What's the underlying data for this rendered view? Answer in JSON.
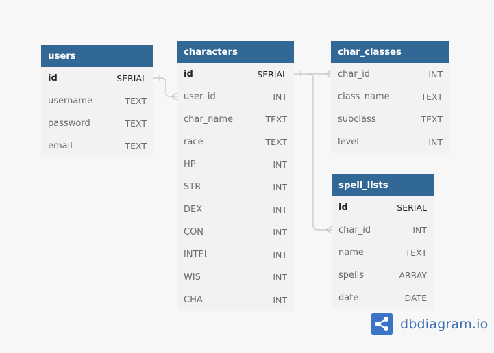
{
  "tables": {
    "users": {
      "name": "users",
      "columns": [
        {
          "name": "id",
          "type": "SERIAL"
        },
        {
          "name": "username",
          "type": "TEXT"
        },
        {
          "name": "password",
          "type": "TEXT"
        },
        {
          "name": "email",
          "type": "TEXT"
        }
      ]
    },
    "characters": {
      "name": "characters",
      "columns": [
        {
          "name": "id",
          "type": "SERIAL"
        },
        {
          "name": "user_id",
          "type": "INT"
        },
        {
          "name": "char_name",
          "type": "TEXT"
        },
        {
          "name": "race",
          "type": "TEXT"
        },
        {
          "name": "HP",
          "type": "INT"
        },
        {
          "name": "STR",
          "type": "INT"
        },
        {
          "name": "DEX",
          "type": "INT"
        },
        {
          "name": "CON",
          "type": "INT"
        },
        {
          "name": "INTEL",
          "type": "INT"
        },
        {
          "name": "WIS",
          "type": "INT"
        },
        {
          "name": "CHA",
          "type": "INT"
        }
      ]
    },
    "char_classes": {
      "name": "char_classes",
      "columns": [
        {
          "name": "char_id",
          "type": "INT"
        },
        {
          "name": "class_name",
          "type": "TEXT"
        },
        {
          "name": "subclass",
          "type": "TEXT"
        },
        {
          "name": "level",
          "type": "INT"
        }
      ]
    },
    "spell_lists": {
      "name": "spell_lists",
      "columns": [
        {
          "name": "id",
          "type": "SERIAL"
        },
        {
          "name": "char_id",
          "type": "INT"
        },
        {
          "name": "name",
          "type": "TEXT"
        },
        {
          "name": "spells",
          "type": "ARRAY"
        },
        {
          "name": "date",
          "type": "DATE"
        }
      ]
    }
  },
  "brand": {
    "name": "dbdiagram",
    "suffix": ".io"
  },
  "colors": {
    "header": "#316896",
    "body": "#f2f2f3",
    "background": "#f7f7f8",
    "connector": "#c4c4c4",
    "brand": "#3a6fb0"
  }
}
